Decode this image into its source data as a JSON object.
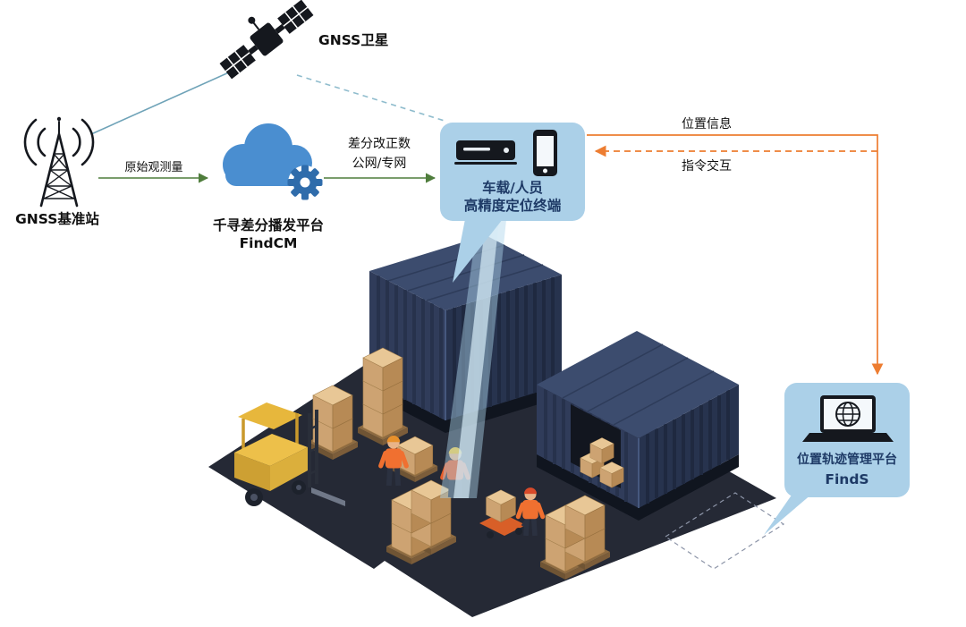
{
  "colors": {
    "accent-orange": "#ed7d31",
    "accent-green": "#4f7d3c",
    "teal-solid": "#6fa3b8",
    "teal-dash": "#8fbccd",
    "bubble-blue": "#abd0e8",
    "navy-text": "#1e3a66",
    "cloud-blue": "#4a8ed0",
    "gear-blue": "#2f6cab"
  },
  "nodes": {
    "satellite": {
      "label": "GNSS卫星"
    },
    "base_station": {
      "label": "GNSS基准站"
    },
    "cloud_platform": {
      "name": "千寻差分播发平台",
      "product": "FindCM"
    },
    "terminal": {
      "line1": "车载/人员",
      "line2": "高精度定位终端"
    },
    "track_platform": {
      "name": "位置轨迹管理平台",
      "product": "FindS"
    }
  },
  "edges": {
    "raw_observation": {
      "label": "原始观测量"
    },
    "correction": {
      "line1": "差分改正数",
      "line2": "公网/专网"
    },
    "position_info": {
      "label": "位置信息"
    },
    "command": {
      "label": "指令交互"
    }
  },
  "icons": {
    "satellite": "satellite-icon",
    "base_station": "radio-tower-icon",
    "cloud_platform": "cloud-gear-icon",
    "terminal": [
      "vehicle-terminal-icon",
      "smartphone-icon"
    ],
    "track_platform": "laptop-globe-icon"
  }
}
